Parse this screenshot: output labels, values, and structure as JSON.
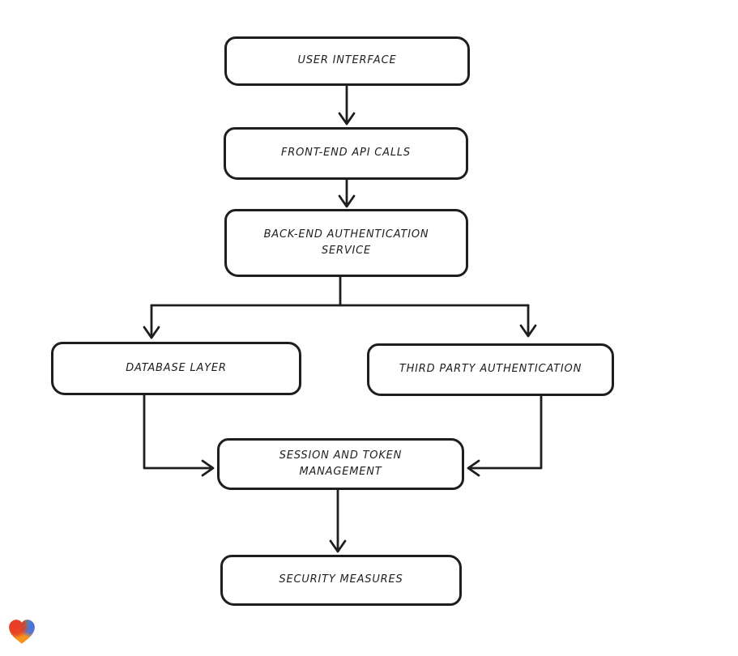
{
  "diagram": {
    "type": "flowchart",
    "nodes": [
      {
        "id": "user-interface",
        "label": "USER INTERFACE"
      },
      {
        "id": "front-end-api-calls",
        "label": "FRONT-END API CALLS"
      },
      {
        "id": "back-end-authentication-service",
        "label": "BACK-END AUTHENTICATION SERVICE"
      },
      {
        "id": "database-layer",
        "label": "DATABASE LAYER"
      },
      {
        "id": "third-party-authentication",
        "label": "THIRD PARTY AUTHENTICATION"
      },
      {
        "id": "session-and-token-management",
        "label": "SESSION AND TOKEN MANAGEMENT"
      },
      {
        "id": "security-measures",
        "label": "SECURITY MEASURES"
      }
    ],
    "edges": [
      {
        "from": "user-interface",
        "to": "front-end-api-calls"
      },
      {
        "from": "front-end-api-calls",
        "to": "back-end-authentication-service"
      },
      {
        "from": "back-end-authentication-service",
        "to": "database-layer"
      },
      {
        "from": "back-end-authentication-service",
        "to": "third-party-authentication"
      },
      {
        "from": "database-layer",
        "to": "session-and-token-management"
      },
      {
        "from": "third-party-authentication",
        "to": "session-and-token-management"
      },
      {
        "from": "session-and-token-management",
        "to": "security-measures"
      }
    ],
    "style": {
      "stroke_color": "#1e1e1e",
      "background_color": "#ffffff"
    }
  },
  "logo": {
    "icon": "gradient-heart-icon",
    "colors": {
      "red": "#e73a26",
      "teal": "#2aa79e",
      "blue": "#3c6ff2",
      "orange": "#f7941e"
    }
  }
}
